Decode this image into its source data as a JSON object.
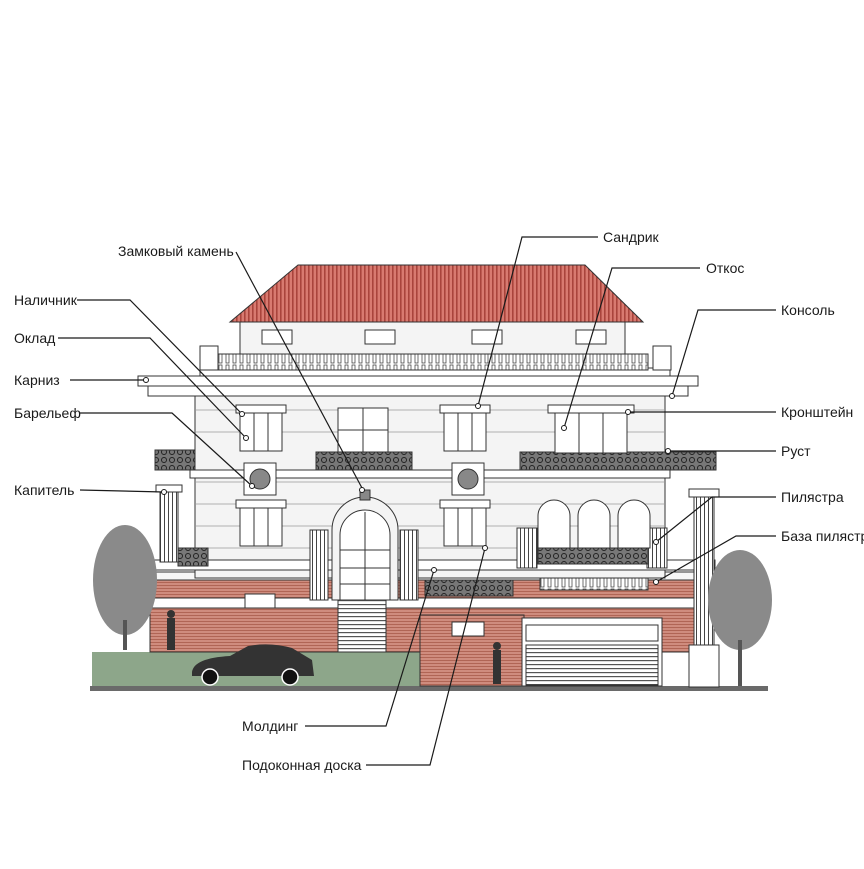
{
  "labels": {
    "zamkovy_kamen": "Замковый камень",
    "nalichnik": "Наличник",
    "oklad": "Оклад",
    "karniz": "Карниз",
    "barelef": "Барельеф",
    "kapitel": "Капитель",
    "sandrik": "Сандрик",
    "otkos": "Откос",
    "konsol": "Консоль",
    "kronshtein": "Кронштейн",
    "rust": "Руст",
    "pilyastra": "Пилястра",
    "baza_pilyastry": "База пилястры",
    "molding": "Молдинг",
    "podokonnaya_doska": "Подоконная доска"
  },
  "colors": {
    "roof": "#c0635a",
    "brick": "#c47f70",
    "lawn": "#8da68a",
    "tree": "#8a8a8a",
    "line": "#1a1a1a",
    "wall": "#f4f4f4"
  }
}
